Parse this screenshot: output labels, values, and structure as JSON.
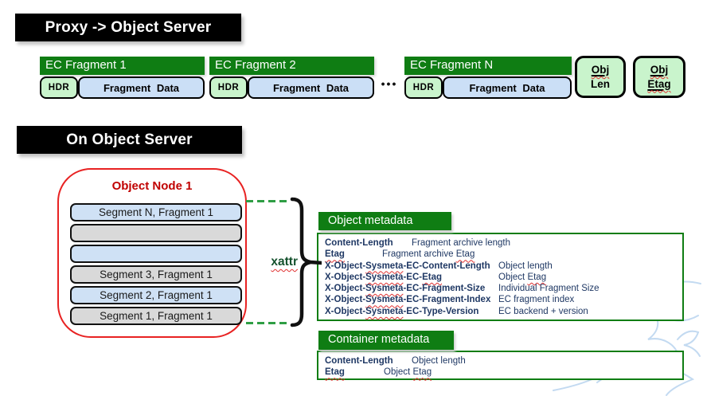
{
  "banners": {
    "proxy": "Proxy -> Object Server",
    "on_object": "On Object Server"
  },
  "fragments": {
    "items": [
      {
        "title": "EC Fragment 1",
        "hdr": "HDR",
        "data": "Fragment Data"
      },
      {
        "title": "EC Fragment 2",
        "hdr": "HDR",
        "data": "Fragment Data"
      },
      {
        "title": "EC Fragment N",
        "hdr": "HDR",
        "data": "Fragment Data"
      }
    ],
    "ellipsis": "•••"
  },
  "obj_boxes": [
    {
      "line1": "Obj",
      "line2": "Len"
    },
    {
      "line1": "Obj",
      "line2": "Etag"
    }
  ],
  "object_node": {
    "title": "Object Node 1",
    "segments": [
      {
        "label": "Segment N, Fragment 1",
        "style": "blue"
      },
      {
        "label": "",
        "style": "gray"
      },
      {
        "label": "",
        "style": "blue"
      },
      {
        "label": "Segment 3, Fragment 1",
        "style": "gray"
      },
      {
        "label": "Segment 2, Fragment 1",
        "style": "blue"
      },
      {
        "label": "Segment 1, Fragment 1",
        "style": "gray"
      }
    ]
  },
  "xattr_label": "xattr",
  "object_metadata": {
    "title": "Object metadata",
    "rows": [
      {
        "key": "Content-Length",
        "value": "Fragment archive length"
      },
      {
        "key": "Etag",
        "value": "Fragment archive Etag"
      },
      {
        "key": "X-Object-Sysmeta-EC-Content-Length",
        "value": "Object length"
      },
      {
        "key": "X-Object-Sysmeta-EC-Etag",
        "value": "Object Etag"
      },
      {
        "key": "X-Object-Sysmeta-EC-Fragment-Size",
        "value": "Individual Fragment Size"
      },
      {
        "key": "X-Object-Sysmeta-EC-Fragment-Index",
        "value": "EC fragment index"
      },
      {
        "key": "X-Object-Sysmeta-EC-Type-Version",
        "value": "EC backend + version"
      }
    ]
  },
  "container_metadata": {
    "title": "Container metadata",
    "rows": [
      {
        "key": "Content-Length",
        "value": "Object length"
      },
      {
        "key": "Etag",
        "value": "Object Etag"
      }
    ]
  },
  "colors": {
    "banner_black": "#000000",
    "green_dark": "#0f7d13",
    "green_light": "#c9f4cc",
    "blue_light": "#cbdff6",
    "gray_light": "#d9d9d9",
    "navy_text": "#1f3864",
    "red_accent": "#e82222",
    "red_title": "#c00000",
    "dash_green": "#2f9e44",
    "xattr_green": "#15522e",
    "squiggle_red": "#e03131",
    "watermark_blue": "#c3daf1"
  }
}
